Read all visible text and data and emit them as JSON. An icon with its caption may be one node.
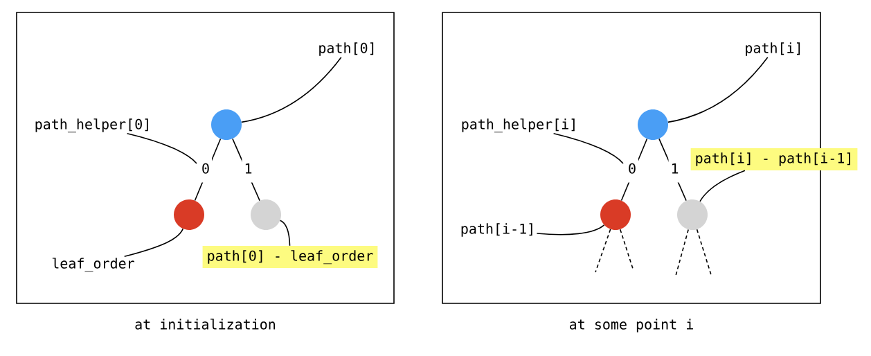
{
  "diagram": {
    "nodes": [
      {
        "text": [],
        "shape": "box",
        "beside": [
          "at initialization"
        ]
      },
      {
        "text": [],
        "shape": "circle",
        "in": 0
      },
      {
        "text": [],
        "shape": "circle",
        "in": 0
      },
      {
        "text": [],
        "shape": "circle",
        "in": 0
      },
      {
        "text": [
          "path[0]"
        ],
        "in": 0
      },
      {
        "text": [
          "path_helper[0]"
        ],
        "in": 0
      },
      {
        "text": [
          "leaf_order"
        ],
        "in": 0
      },
      {
        "text": [
          "path[0] - leaf_order"
        ],
        "in": 0
      },
      {
        "text": [],
        "shape": "box",
        "beside": [
          "at some point i"
        ]
      },
      {
        "text": [],
        "shape": "circle",
        "in": 8
      },
      {
        "text": [],
        "shape": "circle",
        "in": 8
      },
      {
        "text": [],
        "shape": "circle",
        "in": 8
      },
      {
        "text": [
          "path[i]"
        ],
        "in": 8
      },
      {
        "text": [
          "path_helper[i]"
        ],
        "in": 8
      },
      {
        "text": [
          "path[i] - path[i-1]"
        ]
      },
      {
        "text": [
          "path[i-1]"
        ],
        "in": 8
      }
    ],
    "edges": [
      {
        "from": 1,
        "to": 2,
        "arrow": "none",
        "label": "0"
      },
      {
        "from": 1,
        "to": 3,
        "arrow": "none",
        "label": "1"
      },
      {
        "from": 4,
        "to": 1,
        "arrow": "none"
      },
      {
        "from": 5,
        "to": null,
        "arrow": "none"
      },
      {
        "from": 6,
        "to": 2,
        "arrow": "none"
      },
      {
        "from": 7,
        "to": 3,
        "arrow": "none"
      },
      {
        "from": 9,
        "to": 10,
        "arrow": "none",
        "label": "0"
      },
      {
        "from": 9,
        "to": 11,
        "arrow": "none",
        "label": "1"
      },
      {
        "from": 12,
        "to": 9,
        "arrow": "none"
      },
      {
        "from": 13,
        "to": null,
        "arrow": "none"
      },
      {
        "from": 14,
        "to": 11,
        "arrow": "none"
      },
      {
        "from": 15,
        "to": 10,
        "arrow": "none"
      },
      {
        "from": 10,
        "to": null,
        "arrow": "none",
        "style": "dashed"
      },
      {
        "from": 10,
        "to": null,
        "arrow": "none",
        "style": "dashed"
      },
      {
        "from": 11,
        "to": null,
        "arrow": "none",
        "style": "dashed"
      },
      {
        "from": 11,
        "to": null,
        "arrow": "none",
        "style": "dashed"
      }
    ]
  }
}
